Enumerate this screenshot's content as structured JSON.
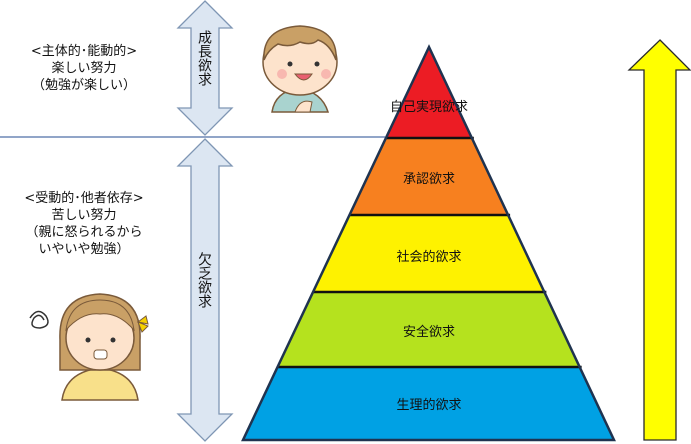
{
  "left_top": {
    "heading": "<主体的･能動的>",
    "line1": "楽しい努力",
    "line2": "（勉強が楽しい）"
  },
  "left_bottom": {
    "heading": "<受動的･他者依存>",
    "line1": "苦しい努力",
    "line2": "（親に怒られるから",
    "line3": "いやいや勉強）"
  },
  "arrows": {
    "growth": "成長欲求",
    "deficiency": "欠乏欲求"
  },
  "pyramid": [
    {
      "label": "自己実現欲求",
      "color": "#ec1c24"
    },
    {
      "label": "承認欲求",
      "color": "#f7801f"
    },
    {
      "label": "社会的欲求",
      "color": "#fef200"
    },
    {
      "label": "安全欲求",
      "color": "#b5e21e"
    },
    {
      "label": "生理的欲求",
      "color": "#00a1e4"
    }
  ],
  "colors": {
    "up_arrow": "#ffff00",
    "double_arrow": "#dce6f2",
    "arrow_stroke": "#7f96b4",
    "divider": "#4f6fa8"
  }
}
